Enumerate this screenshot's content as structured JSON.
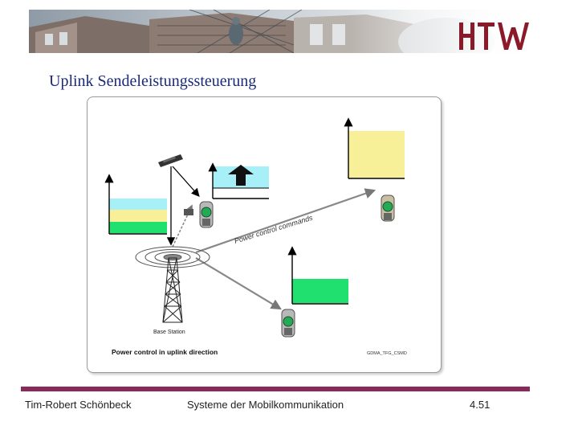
{
  "banner": {
    "logo_text": "HTW",
    "brand_color": "#8a1a2a"
  },
  "slide": {
    "title": "Uplink Sendeleistungssteuerung"
  },
  "figure": {
    "command_label": "Power control commands",
    "base_station_label": "Base Station",
    "caption": "Power control in uplink direction",
    "source": "GDMA_TFG_CSMD",
    "colors": {
      "cyan": "#a8f0f8",
      "yellow": "#f8f098",
      "green": "#20e070",
      "handset": "#22aa55"
    }
  },
  "footer": {
    "author": "Tim-Robert Schönbeck",
    "course": "Systeme der Mobilkommunikation",
    "page": "4.51",
    "bar_color": "#8a2a5a"
  }
}
